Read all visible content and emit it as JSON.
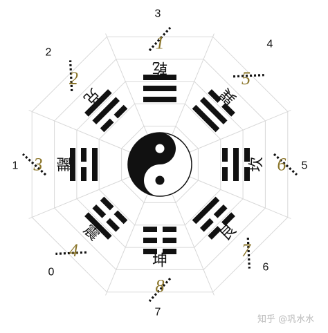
{
  "trigrams": [
    {
      "key": "qian",
      "name": "乾",
      "number": "1",
      "outer": "3",
      "lines": [
        1,
        1,
        1
      ]
    },
    {
      "key": "xun",
      "name": "巽",
      "number": "5",
      "outer": "4",
      "lines": [
        1,
        1,
        0
      ]
    },
    {
      "key": "kan",
      "name": "坎",
      "number": "6",
      "outer": "5",
      "lines": [
        0,
        1,
        0
      ]
    },
    {
      "key": "gen",
      "name": "艮",
      "number": "7",
      "outer": "6",
      "lines": [
        1,
        0,
        0
      ]
    },
    {
      "key": "kun",
      "name": "坤",
      "number": "8",
      "outer": "7",
      "lines": [
        0,
        0,
        0
      ]
    },
    {
      "key": "zhen",
      "name": "震",
      "number": "4",
      "outer": "0",
      "lines": [
        0,
        0,
        1
      ]
    },
    {
      "key": "li",
      "name": "離",
      "number": "3",
      "outer": "1",
      "lines": [
        1,
        0,
        1
      ]
    },
    {
      "key": "dui",
      "name": "兑",
      "number": "2",
      "outer": "2",
      "lines": [
        0,
        1,
        1
      ]
    }
  ],
  "center_symbol": "yin-yang-icon",
  "watermark": "知乎 @巩水水",
  "colors": {
    "lines": "#111111",
    "numbers": "#8a7428",
    "web": "#d8d8d8"
  }
}
